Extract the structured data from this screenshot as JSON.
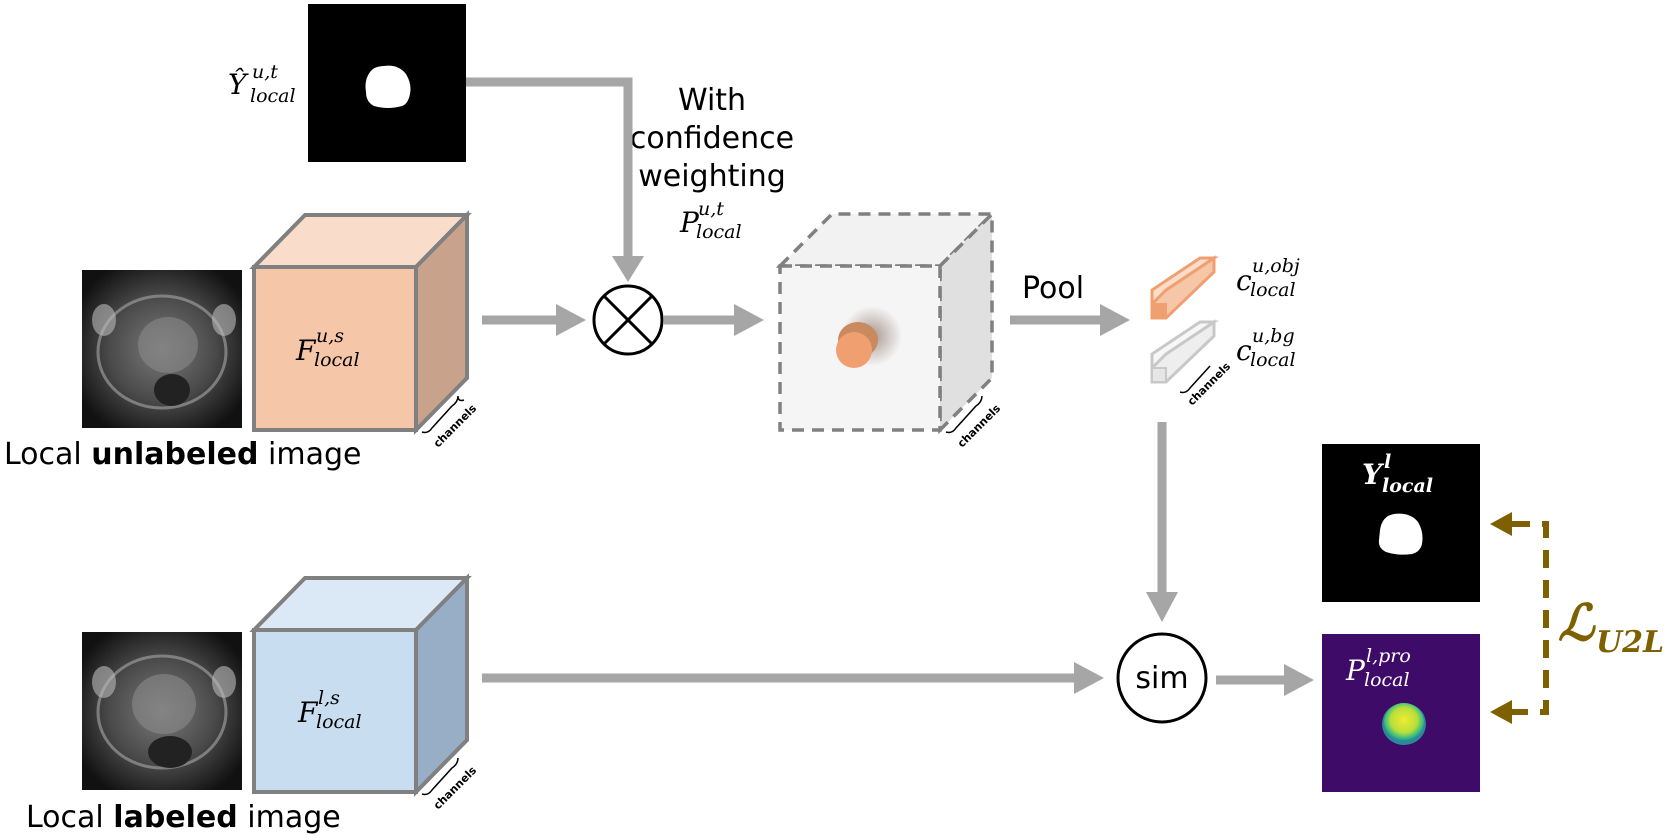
{
  "labels": {
    "unlabeled_prefix": "Local ",
    "unlabeled_bold": "unlabeled",
    "unlabeled_suffix": " image",
    "labeled_prefix": "Local ",
    "labeled_bold": "labeled",
    "labeled_suffix": " image",
    "confidence_line1": "With",
    "confidence_line2": "confidence",
    "confidence_line3": "weighting",
    "pool": "Pool",
    "sim": "sim",
    "channels": "channels"
  },
  "math": {
    "y_hat": {
      "base": "Ŷ",
      "sup": "u,t",
      "sub": "local"
    },
    "p_ut": {
      "base": "P",
      "sup": "u,t",
      "sub": "local"
    },
    "f_us": {
      "base": "F",
      "sup": "u,s",
      "sub": "local"
    },
    "f_ls": {
      "base": "F",
      "sup": "l,s",
      "sub": "local"
    },
    "c_obj": {
      "base": "c",
      "sup": "u,obj",
      "sub": "local"
    },
    "c_bg": {
      "base": "c",
      "sup": "u,bg",
      "sub": "local"
    },
    "y_l": {
      "base": "Y",
      "sup": "l",
      "sub": "local"
    },
    "p_lpro": {
      "base": "P",
      "sup": "l,pro",
      "sub": "local"
    },
    "loss": {
      "base": "ℒ",
      "sub": "U2L"
    }
  },
  "colors": {
    "arrow": "#a6a6a6",
    "feature_unlabeled": "#f6c6a8",
    "feature_labeled": "#c9ddf0",
    "object_prototype": "#f0a070",
    "background_prototype": "#eeeeee",
    "loss": "#7f6000",
    "prediction_bg": "#3f0b68",
    "prediction_blob": "#d8e43a"
  }
}
